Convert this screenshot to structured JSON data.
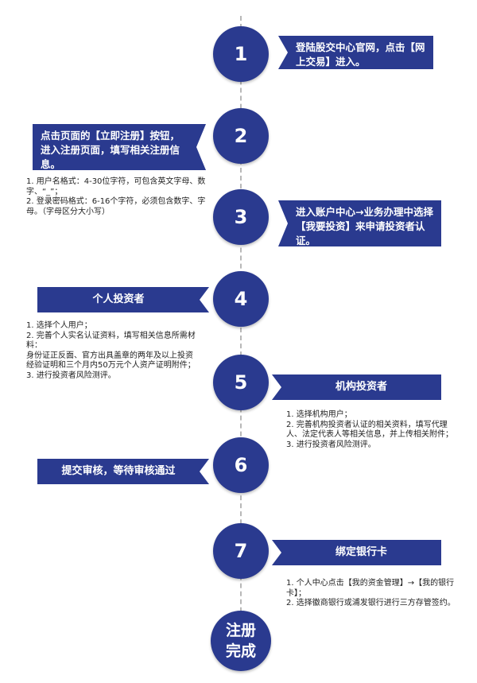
{
  "steps": [
    {
      "number": "1",
      "banner": "登陆股交中心官网，点击【网上交易】进入。"
    },
    {
      "number": "2",
      "banner": "点击页面的【立即注册】按钮，进入注册页面，填写相关注册信息。"
    },
    {
      "number": "3",
      "banner": "进入账户中心→业务办理中选择【我要投资】来申请投资者认证。"
    },
    {
      "number": "4",
      "banner": "个人投资者"
    },
    {
      "number": "5",
      "banner": "机构投资者"
    },
    {
      "number": "6",
      "banner": "提交审核，等待审核通过"
    },
    {
      "number": "7",
      "banner": "绑定银行卡"
    }
  ],
  "final": {
    "line1": "注册",
    "line2": "完成"
  },
  "notes": {
    "registration_rules": [
      "1. 用户名格式：4-30位字符，可包含英文字母、数字、“_”；",
      "2. 登录密码格式：6-16个字符，必须包含数字、字母。（字母区分大小写）"
    ],
    "individual": [
      "1. 选择个人用户；",
      "2. 完善个人实名认证资料，填写相关信息所需材料：",
      "身份证正反面、官方出具盖章的两年及以上投资经验证明和三个月内50万元个人资产证明附件；",
      "3. 进行投资者风险测评。"
    ],
    "institution": [
      "1. 选择机构用户；",
      "2. 完善机构投资者认证的相关资料，填写代理人、法定代表人等相关信息，并上传相关附件；",
      "3. 进行投资者风险测评。"
    ],
    "bank": [
      "1. 个人中心点击【我的资金管理】→【我的银行卡】；",
      "2. 选择徽商银行或浦发银行进行三方存管签约。"
    ]
  }
}
